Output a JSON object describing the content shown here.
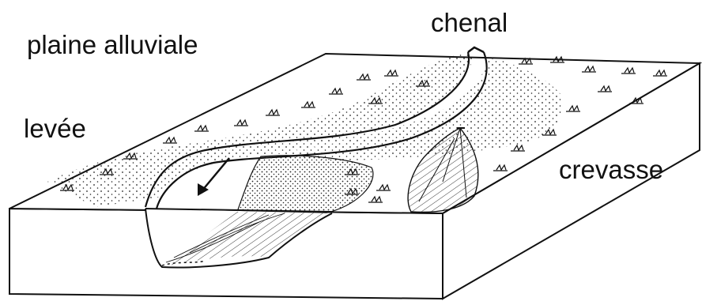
{
  "diagram": {
    "labels": {
      "plaine": "plaine alluviale",
      "chenal": "chenal",
      "levee": "levée",
      "crevasse": "crevasse"
    },
    "colors": {
      "ink": "#111111",
      "stipple": "#222222",
      "background": "#ffffff"
    },
    "icons": [
      "grass-tuft-icon",
      "flow-arrow-icon"
    ]
  }
}
